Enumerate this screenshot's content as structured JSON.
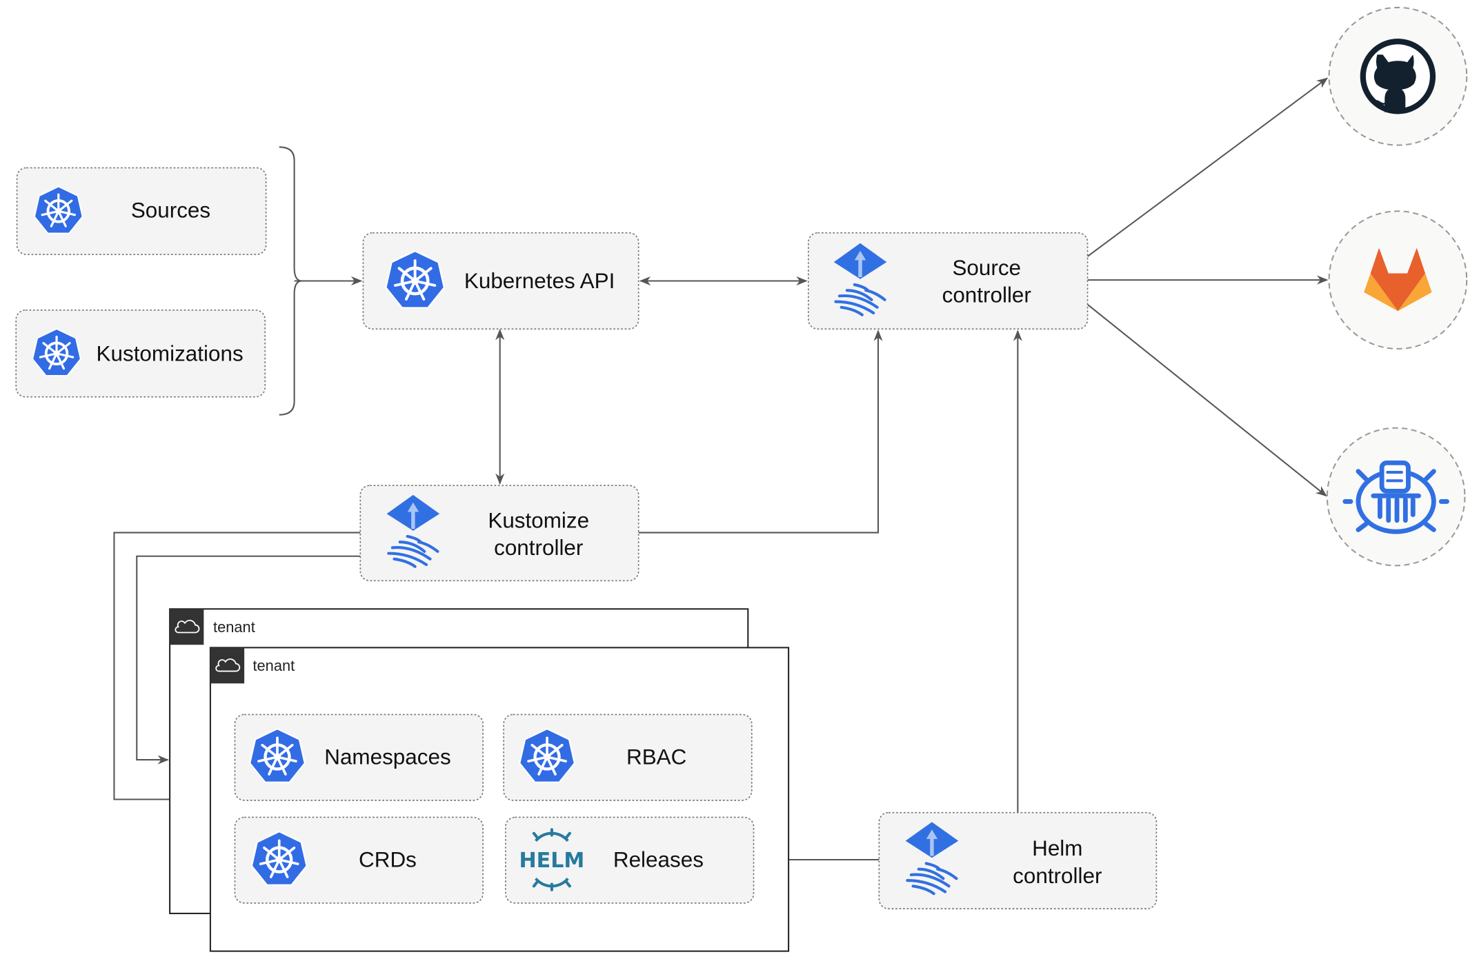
{
  "nodes": {
    "sources": "Sources",
    "kustomizations": "Kustomizations",
    "kubernetes_api": "Kubernetes API",
    "source_controller": [
      "Source",
      "controller"
    ],
    "kustomize_controller": [
      "Kustomize",
      "controller"
    ],
    "helm_controller": [
      "Helm",
      "controller"
    ],
    "namespaces": "Namespaces",
    "rbac": "RBAC",
    "crds": "CRDs",
    "releases": "Releases",
    "helm_logo_text": "HELM"
  },
  "tenants": [
    "tenant",
    "tenant"
  ],
  "external_sources": [
    "github-icon",
    "gitlab-icon",
    "harbor-icon"
  ],
  "colors": {
    "kubernetes_blue": "#326ce5",
    "flux_blue": "#3170e2",
    "github": "#13212f",
    "gitlab_orange": "#e8602c",
    "gitlab_yellow": "#f9a636",
    "helm": "#277a9f"
  }
}
